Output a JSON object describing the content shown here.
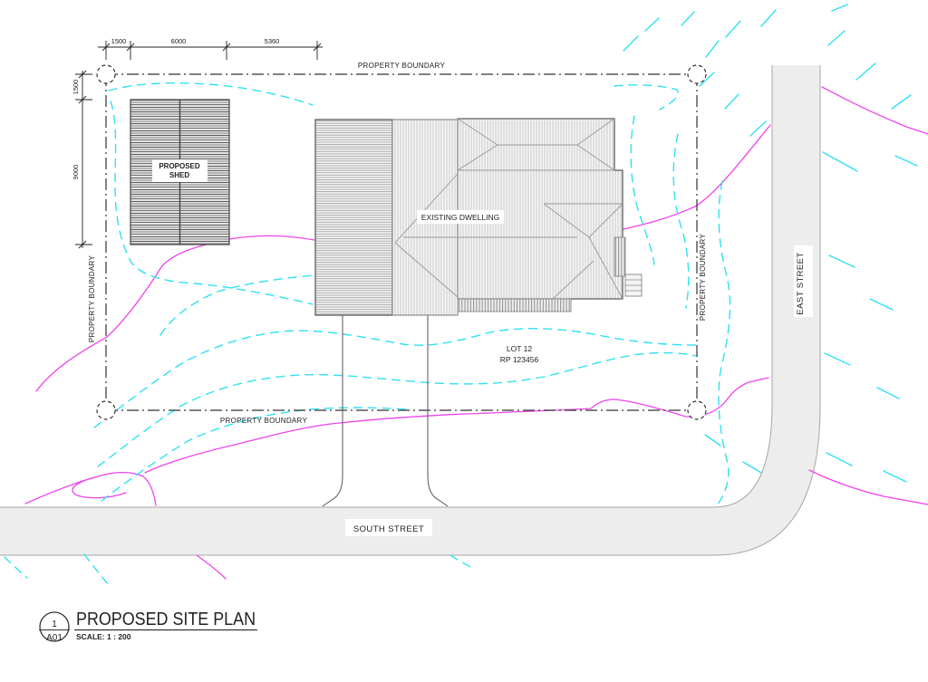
{
  "title_block": {
    "detail_number": "1",
    "sheet": "A01",
    "title": "PROPOSED SITE PLAN",
    "scale": "SCALE: 1 : 200"
  },
  "labels": {
    "property_boundary_top": "PROPERTY BOUNDARY",
    "property_boundary_bottom": "PROPERTY BOUNDARY",
    "property_boundary_left": "PROPERTY BOUNDARY",
    "property_boundary_right": "PROPERTY BOUNDARY",
    "existing_dwelling": "EXISTING DWELLING",
    "proposed_shed_line1": "PROPOSED",
    "proposed_shed_line2": "SHED",
    "lot_line1": "LOT 12",
    "lot_line2": "RP 123456",
    "south_street": "SOUTH STREET",
    "east_street": "EAST STREET"
  },
  "dimensions": {
    "top": [
      "1500",
      "6000",
      "5360"
    ],
    "left": [
      "1500",
      "9000"
    ]
  },
  "colors": {
    "contour_minor": "#2fe1f2",
    "contour_major": "#ee44ee",
    "road_fill": "#ededed",
    "road_edge": "#a6a6a6",
    "line_dark": "#333333"
  }
}
